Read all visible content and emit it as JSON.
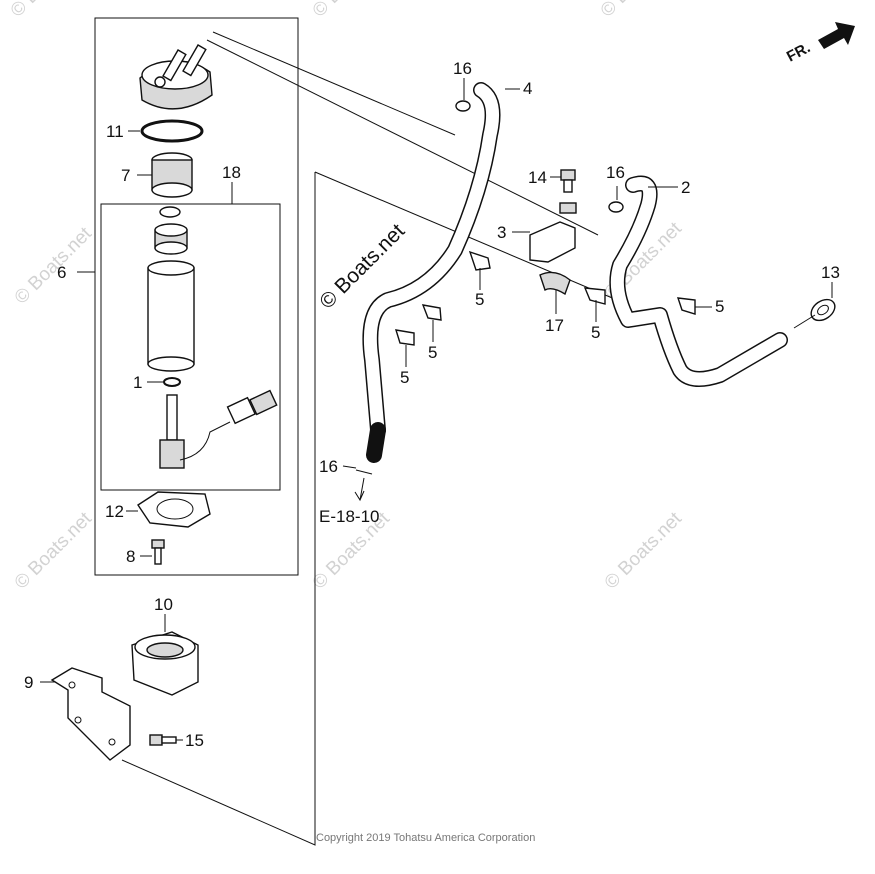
{
  "diagram": {
    "direction_label": "FR.",
    "reference_label": "E-18-10",
    "watermark_main": "© Boats.net",
    "watermark_faint": "© Boats.net",
    "copyright": "Copyright 2019 Tohatsu America Corporation",
    "callouts": {
      "c1": "1",
      "c2": "2",
      "c3": "3",
      "c4": "4",
      "c5a": "5",
      "c5b": "5",
      "c5c": "5",
      "c5d": "5",
      "c5e": "5",
      "c6": "6",
      "c7": "7",
      "c8": "8",
      "c9": "9",
      "c10": "10",
      "c11": "11",
      "c12": "12",
      "c13": "13",
      "c14": "14",
      "c15": "15",
      "c16a": "16",
      "c16b": "16",
      "c16c": "16",
      "c17": "17",
      "c18": "18"
    }
  }
}
